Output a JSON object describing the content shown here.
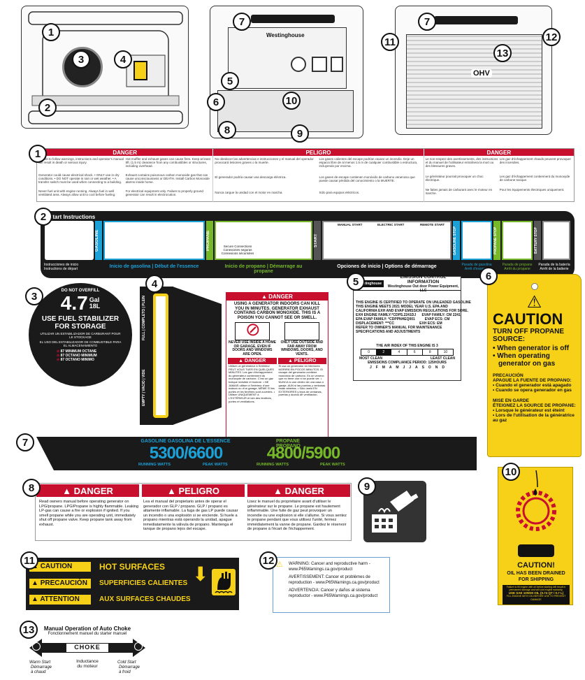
{
  "callouts": [
    "1",
    "2",
    "3",
    "4",
    "5",
    "6",
    "7",
    "8",
    "9",
    "10",
    "11",
    "12",
    "13"
  ],
  "overview": {
    "brand": "Westinghouse",
    "ohv": "OHV"
  },
  "label1": {
    "headers": [
      "DANGER",
      "PELIGRO",
      "DANGER"
    ],
    "en": [
      "Failure to follow warnings, instructions and operator's manual will result in death or serious injury.",
      "Hot muffler and exhaust gases can cause fires. Keep at least 5ft. (1.5 m) clearance from any combustibles or structures, including overhead.",
      "Generator could cause electrical shock. • ONLY use in dry conditions. • DO NOT operate in rain or wet weather. • A transfer switch must be used when connecting to a building.",
      "Exhaust contains poisonous carbon monoxide gas that can cause unconsciousness or DEATH. Install Carbon Monoxide alarms inside home.",
      "Never fuel unit with engine running. Always fuel in well ventilated area. Always allow unit to cool before fueling.",
      "For electrical equipment only. Failure to properly ground generator can result in electrocution."
    ],
    "es": [
      "No obedecer las advertencias e instrucciones y el manual del operador provocará lesiones graves o la muerte.",
      "Los gases calientes del escape podrían causar un incendio. Deje un espacio libre de al menos 1.5 m de cualquier combustible o estructura, incluyendo por encima.",
      "El generador podría causar una descarga eléctrica.",
      "Los gases de escape contienen monóxido de carbono venenoso que puede causar pérdida del conocimiento o la MUERTE.",
      "Nunca cargue la unidad con el motor en marcha.",
      "Sólo para equipos eléctricos."
    ],
    "fr": [
      "Le non-respect des avertissements, des instructions et du manuel de l'utilisateur entraînera la mort ou des blessures graves.",
      "Les gaz d'échappement chauds peuvent provoquer des incendies.",
      "Le générateur pourrait provoquer un choc électrique.",
      "Les gaz d'échappement contiennent du monoxyde de carbone toxique.",
      "Ne faites jamais de carburant avec le moteur en marche.",
      "Pour les équipements électriques uniquement."
    ]
  },
  "label2": {
    "start_title": "Start Instructions",
    "start_sub": "Instrucciones de inicio\nInstructions de départ",
    "gasoline": "GASOLINE",
    "propane": "PROPANE",
    "start": "START",
    "secure": "Secure Connections\nConexiones seguras\nConnexions sécurisées",
    "gas_start": "Inicio de gasolina | Début de l'essence",
    "propane_start": "Inicio de propano | Démarrage au propane",
    "options": "Opciones de inicio | Options de démarrage",
    "manual_start": "MANUAL START",
    "electric_start": "ELECTRIC START",
    "remote_start": "REMOTE START",
    "gasoline_stop": "GASOLINE STOP",
    "propane_stop": "PROPANE STOP",
    "battery_stop": "BATTERY STOP",
    "gas_stop_sub": "Parada de gasolina\nArrêt d'essence",
    "propane_stop_sub": "Parada de propano\nArrêt du propane",
    "battery_stop_sub": "Parada de la batería\nArrêt de la batterie"
  },
  "label3": {
    "do_not_overfill": "DO NOT OVERFILL",
    "capacity": "4.7",
    "gal": "Gal",
    "liters": "18L",
    "main1": "USE FUEL STABILIZER",
    "main2": "FOR STORAGE",
    "es": "UTILIZAR UN ESTABILIZADOR DE CARBURANT POUR LE STOCKAGE",
    "fr": "EL USO DEL ESTABILIZADOR DE COMBUSTIBLE PARA EL ALMACENAMIENTO",
    "octane": [
      "87 MINIMUM OCTANE",
      "87 OCTANO MINIMUM",
      "87 OCTANO MINIMO"
    ]
  },
  "label4": {
    "full": "FULL | COMPLETO | PLEIN",
    "empty": "EMPTY | VACIO | VIDE",
    "danger": "DANGER",
    "co_text": "USING A GENERATOR INDOORS CAN KILL YOU IN MINUTES. GENERATOR EXHAUST CONTAINS CARBON MONOXIDE. THIS IS A POISON YOU CANNOT SEE OR SMELL.",
    "never": "NEVER USE INSIDE A HOME OR GARAGE, EVEN IF DOORS AND WINDOWS ARE OPEN.",
    "only": "ONLY USE OUTSIDE AND FAR AWAY FROM WINDOWS, DOORS, AND VENTS.",
    "danger_fr": "DANGER",
    "peligro": "PELIGRO",
    "fr_text": "Utiliser un générateur à l'intérieur PEUT VOUS TUER EN QUELQUES MINUTES. Les gaz d'échappement du générateur contiennent du monoxyde de carbone. C'est un gaz toxique invisible et inodore. • NE JAMAIS utiliser à l'intérieur d'une maison ou d'un garage, MÊME SI les portes et les fenêtres sont ouvertes. • Utiliser UNIQUEMENT à L'EXTÉRIEUR et loin des fenêtres, portes et ventilations.",
    "es_text": "Si usa un generador en interiores MORIRÁ EN POCOS MINUTOS. El escape del generador contiene monóxido de carbono. Es un veneno que no tiene olor ni se puede ver. • NUNCA lo use dentro de una casa o garaje, AUN si las puertas y ventanas están abiertas. • Sólo úselo EN EXTERIORES y lejos de ventanas, puertas y ductos de ventilación."
  },
  "label5": {
    "brand": "Westinghouse",
    "title": "EMISSION CONTROL INFORMATION",
    "company": "Westinghouse Out door Power Equipment,  LLC",
    "lines": [
      "THIS ENGINE IS CERTIFIED TO OPERATE ON UNLEADED GASOLINE",
      "THIS ENGINE MEETS 2021 MODEL YEAR U.S. EPA AND",
      "CALIFORNIA EXH AND EVAP EMISSION REGULATIONS FOR SORE.",
      "EXH ENGINE FAMILY:*CDPS.2241DJ      EVAP FAMILY: CM 2241",
      "EPA EVAP FAMILY: *CDPPNHEQ001          EVAP ECS: CM",
      "DISPLACEMENT: ***CC                          EXH ECS: EM",
      "REFER TO OWNER'S MANUAL FOR MAINTENANCE",
      "SPECIFICATIONS AND ADJUSTMENTS"
    ],
    "air_index": "THE AIR INDEX OF THIS ENGINE IS 3",
    "scale": [
      "0",
      "2",
      "4",
      "6",
      "8",
      "10"
    ],
    "most_clean": "MOST CLEAN",
    "least_clean": "LEAST CLEAN",
    "period": "EMISSIONS COMPLIANCE PERIOD: 125HOURS",
    "months": [
      "J",
      "F",
      "M",
      "A",
      "M",
      "J",
      "J",
      "A",
      "S",
      "O",
      "N",
      "D"
    ]
  },
  "label6": {
    "caution": "CAUTION",
    "en_head": "TURN OFF PROPANE SOURCE:",
    "en1": "• When generator is off",
    "en2": "• When operating generator on gas",
    "es_head": "PRECAUCIÓN\nAPAGUE LA FUENTE DE PROPANO:",
    "es1": "• Cuando el generador está apagado",
    "es2": "• Cuando se opera generador en gas",
    "fr_head": "MISE EN GARDE\nÉTEIGNEZ LA SOURCE DE PROPANE:",
    "fr1": "• Lorsque le générateur est éteint",
    "fr2": "• Lors de l'utilisation de la génératrice au gaz"
  },
  "label7": {
    "gas_label": "GASOLINE  GASOLINA  DE L'ESSENCE",
    "gas_watts": "5300/6600",
    "propane_label": "PROPANE  PROPANO",
    "propane_watts": "4800/5900",
    "running": "RUNNING WATTS",
    "peak": "PEAK WATTS"
  },
  "label8": {
    "headers": [
      "DANGER",
      "PELIGRO",
      "DANGER"
    ],
    "en": "Read owners manual before operating generator on LPG/propane. LPG/Propane is highly flammable. Leaking LP-gas can cause a fire or explosion if ignited. If you smell propane while you are operating unit, immediately shut off propane valve. Keep propane tank away from exhaust.",
    "es": "Lea el manual del propietario antes de operar el generador con GLP / propano. GLP / propano es altamente inflamable. La fuga de gas LP puede causar un incendio o una explosión si se enciende. Si huele a propano mientras está operando la unidad, apague inmediatamente la válvula de propano. Mantenga el tanque de propano lejos del escape.",
    "fr": "Lisez le manuel du propriétaire avant d'utiliser le générateur sur le propane. Le propane est hautement inflammable. Une fuite de gaz peut provoquer un incendie ou une explosion si elle s'allume. Si vous sentez le propane pendant que vous utilisez l'unité, fermez immédiatement la vanne de propane. Gardez le réservoir de propane à l'écart de l'échappement."
  },
  "label10": {
    "caution": "CAUTION!",
    "line1": "OIL HAS BEEN DRAINED",
    "line2": "FOR SHIPPING",
    "fine": "Failure to fill engine with oil before starting will result in permanent damage and will void engine warranty.",
    "oil": "USE SAE 10W30 OIL (0.74 QT / 0.7 L)",
    "fine2": "FILL ENGINE WITH OIL BEFORE USE TO PREVENT DAMAGE"
  },
  "label11": {
    "rows": [
      {
        "k": "CAUTION",
        "v": "HOT SURFACES"
      },
      {
        "k": "PRECAUCIÓN",
        "v": "SUPERFICIES CALIENTES"
      },
      {
        "k": "ATTENTION",
        "v": "AUX SURFACES CHAUDES"
      }
    ]
  },
  "label12": {
    "warn": "WARNING: Cancer and reproductive harm -",
    "url1": "www.P65Warnings.ca.gov/product",
    "fr": "AVERTISSEMENT: Cancer et problèmes de",
    "fr2": "reproduction - www.P65Warnings.ca.gov/product",
    "es": "ADVERTENCIA: Cancer y daños al sistema",
    "es2": "reproductor - www.P65Warnings.ca.gov/product"
  },
  "label13": {
    "title": "Manual Operation of Auto Choke",
    "subtitle": "Fonctionnement manuel du starter manuel",
    "choke": "CHOKE",
    "center": "Inductance\ndu moteur",
    "warm": "Warm Start",
    "warm_sub": "Démarrage\nà chaud",
    "cold": "Cold Start",
    "cold_sub": "Démarrage\nà froid"
  },
  "colors": {
    "danger_red": "#c8102e",
    "caution_yellow": "#f7d117",
    "gas_blue": "#1ba1d8",
    "propane_green": "#76b82a"
  }
}
